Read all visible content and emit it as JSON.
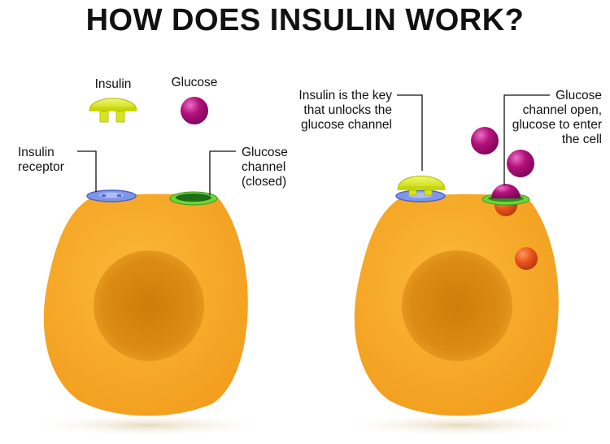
{
  "title": "HOW DOES INSULIN WORK?",
  "legend": {
    "insulin": "Insulin",
    "glucose": "Glucose"
  },
  "left_cell": {
    "receptor_label": [
      "Insulin",
      "receptor"
    ],
    "channel_label": [
      "Glucose",
      "channel",
      "(closed)"
    ]
  },
  "right_cell": {
    "key_label": [
      "Insulin is the key",
      "that unlocks the",
      "glucose channel"
    ],
    "open_label": [
      "Glucose",
      "channel open,",
      "glucose to enter",
      "the cell"
    ]
  },
  "colors": {
    "cell": "#f7a928",
    "nucleus": "#d98a14",
    "insulin": "#d7e61c",
    "glucose": "#b0117a",
    "receptor": "#7f95e8",
    "channel": "#6ed23a",
    "glucose_inside": "#e8541c"
  }
}
